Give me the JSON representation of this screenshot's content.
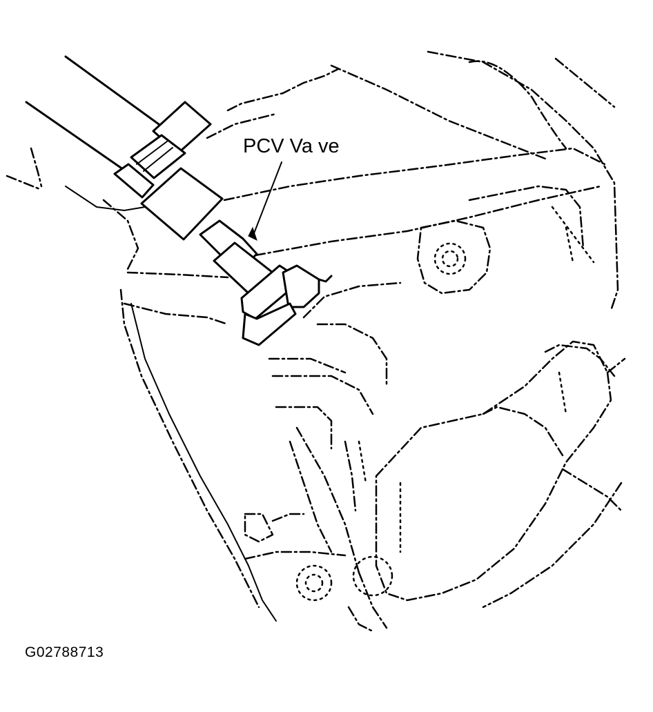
{
  "diagram": {
    "callout_label": "PCV Va ve",
    "figure_id": "G02788713"
  },
  "components": {
    "pcv_valve": "pcv-valve",
    "hose": "ventilation-hose",
    "cylinder_head_cover": "cylinder-head-cover",
    "intake_components": "engine-intake-components"
  }
}
